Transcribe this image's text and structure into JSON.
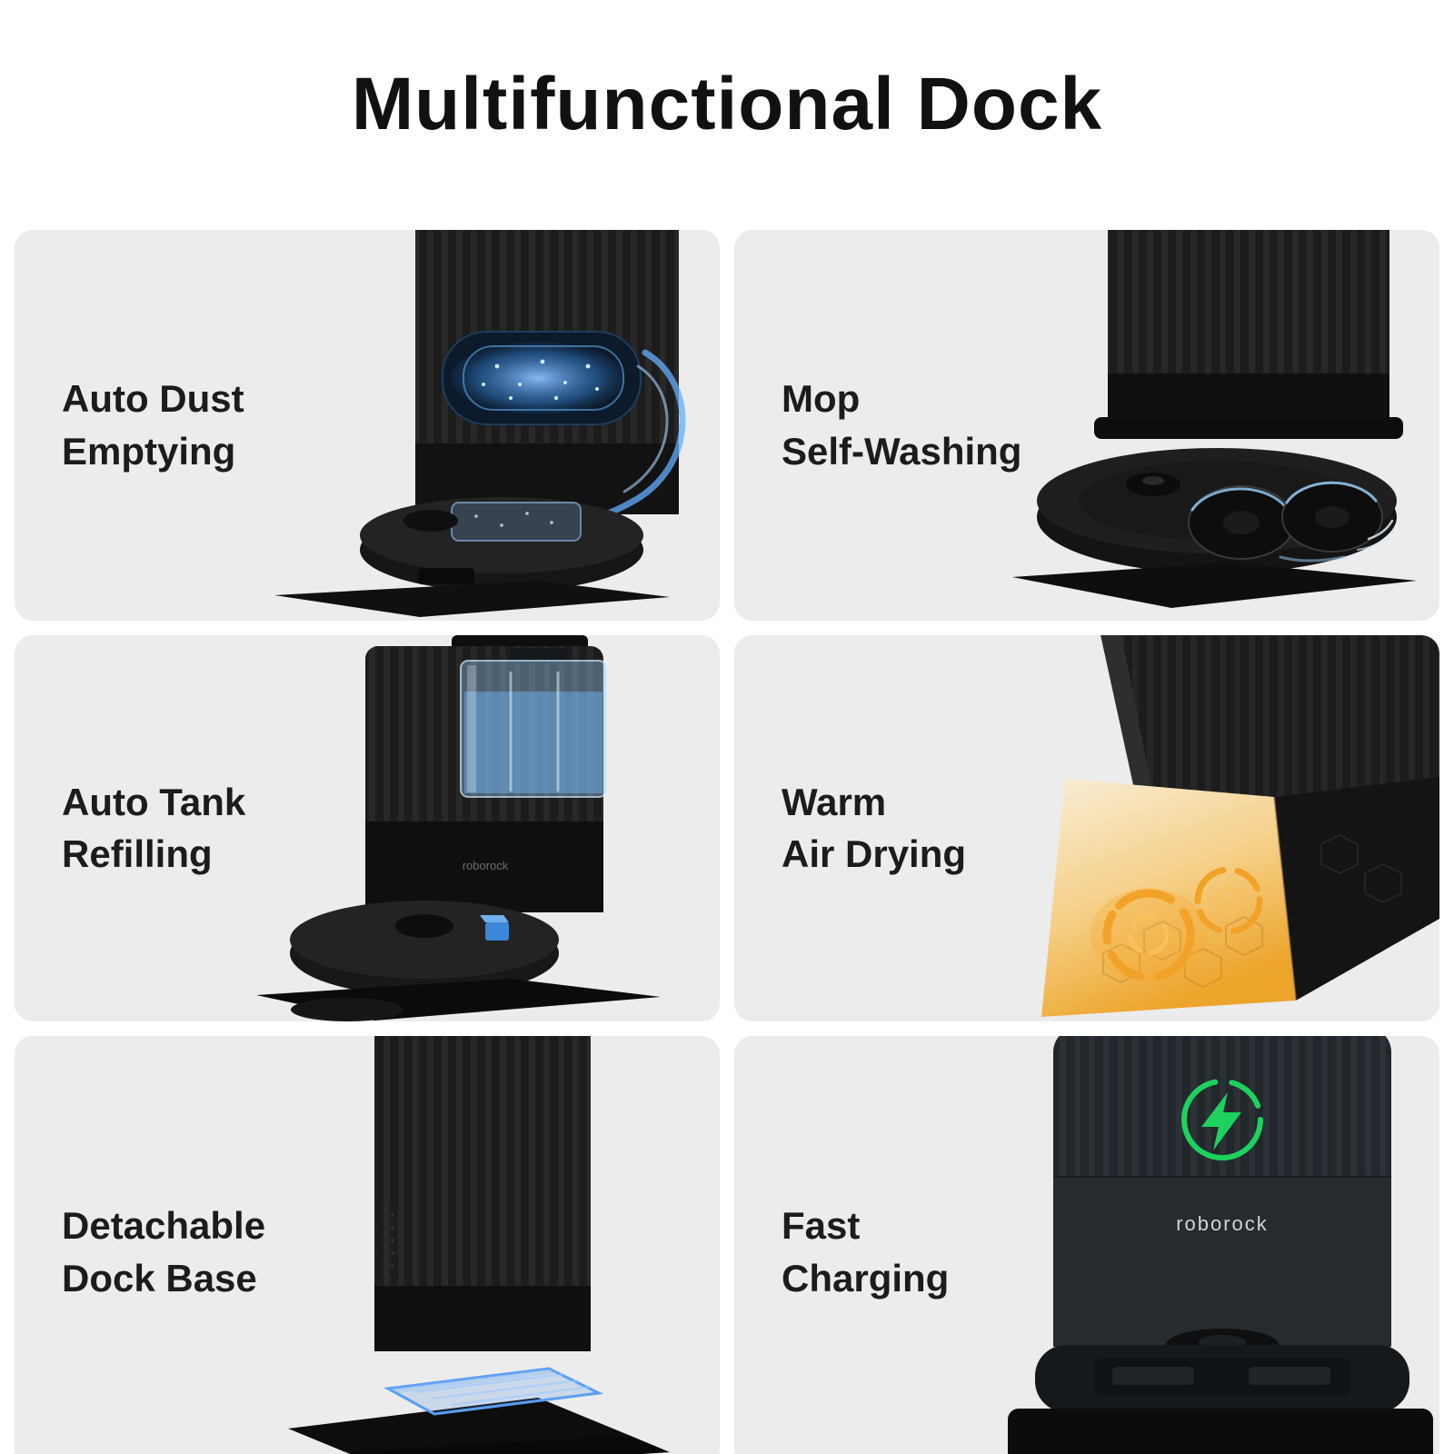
{
  "page": {
    "title": "Multifunctional Dock",
    "background": "#ffffff",
    "panel_background": "#ececec"
  },
  "brand": "roborock",
  "panels": [
    {
      "id": "auto-dust-emptying",
      "label_line1": "Auto Dust",
      "label_line2": "Emptying",
      "effect": "blue-dust-airflow",
      "accent": "#66aefc"
    },
    {
      "id": "mop-self-washing",
      "label_line1": "Mop",
      "label_line2": "Self-Washing",
      "effect": "blue-mop-swirl",
      "accent": "#9cd2ff"
    },
    {
      "id": "auto-tank-refilling",
      "label_line1": "Auto Tank",
      "label_line2": "Refilling",
      "effect": "water-tank",
      "accent": "#7db4e0"
    },
    {
      "id": "warm-air-drying",
      "label_line1": "Warm",
      "label_line2": "Air Drying",
      "effect": "warm-air-glow",
      "accent": "#f2a229"
    },
    {
      "id": "detachable-dock-base",
      "label_line1": "Detachable",
      "label_line2": "Dock Base",
      "effect": "highlighted-base-tray",
      "accent": "#5a9ef0"
    },
    {
      "id": "fast-charging",
      "label_line1": "Fast",
      "label_line2": "Charging",
      "effect": "green-charging-badge",
      "accent": "#1ed15f"
    }
  ]
}
